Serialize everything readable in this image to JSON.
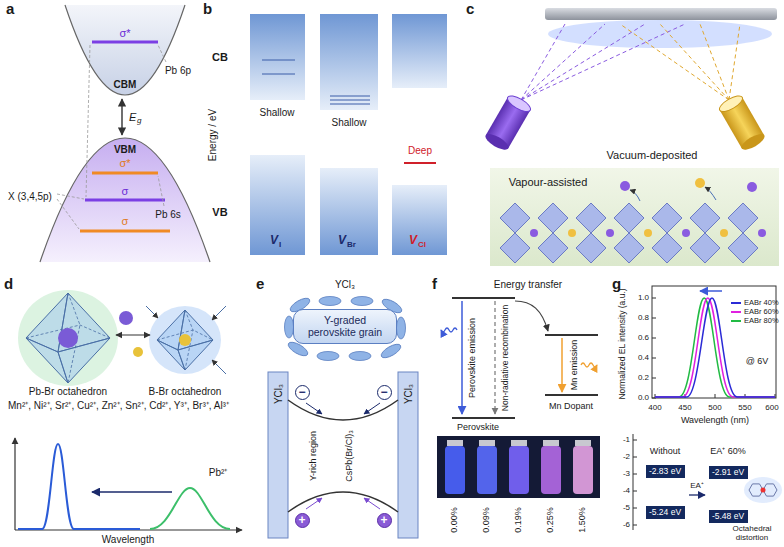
{
  "diagram": {
    "nodes": [
      {
        "text": [
          "Y-graded perovskite grain"
        ]
      },
      {
        "text": [
          "−"
        ]
      },
      {
        "text": [
          "−"
        ]
      },
      {
        "text": [
          "+"
        ]
      },
      {
        "text": [
          "+"
        ]
      },
      {
        "text": [
          "-2.83 eV"
        ]
      },
      {
        "text": [
          "-5.24 eV"
        ]
      },
      {
        "text": [
          "-2.91 eV"
        ]
      },
      {
        "text": [
          "-5.48 eV"
        ]
      }
    ],
    "labels": [
      "a",
      "σ*",
      "Pb 6p",
      "CBM",
      "E",
      "g",
      "VBM",
      "σ*",
      "X (3,4,5p)",
      "σ",
      "Pb 6s",
      "σ",
      "b",
      "CB",
      "Energy / eV",
      "VB",
      "Shallow",
      "Shallow",
      "Deep",
      "V",
      "I",
      "V",
      "Br",
      "V",
      "Cl",
      "c",
      "Vacuum-deposited",
      "Vapour-assisted",
      "d",
      "Pb-Br octahedron",
      "B-Br octahedron",
      "Mn²⁺, Ni²⁺, Sr²⁺, Cu²⁺, Zn²⁺, Sn²⁺, Cd²⁺, Y³⁺, Br³⁺, Al³⁺",
      "Pb²⁺",
      "Wavelength",
      "e",
      "YCl₃",
      "YCl₃",
      "YCl₃",
      "Y-rich region",
      "CsPb(Br/Cl)₃",
      "f",
      "Energy transfer",
      "Perovskite emission",
      "Non-radiative recombination",
      "Mn emission",
      "Mn Dopant",
      "Perovskite",
      "0.00%",
      "0.09%",
      "0.19%",
      "0.25%",
      "1.50%",
      "g",
      "Normalized EL intensity (a.u.)",
      "0.0",
      "0.2",
      "0.4",
      "0.6",
      "0.8",
      "1.0",
      "400",
      "450",
      "500",
      "550",
      "600",
      "Wavelength (nm)",
      "@ 6V",
      "-1",
      "-2",
      "-3",
      "-4",
      "-5",
      "-6",
      "Without",
      "EA⁺ 60%",
      "EA⁺",
      "Octahedral distortion"
    ],
    "legend": [
      {
        "text": "EABr 40%"
      },
      {
        "text": "EABr 60%"
      },
      {
        "text": "EABr 80%"
      }
    ]
  }
}
